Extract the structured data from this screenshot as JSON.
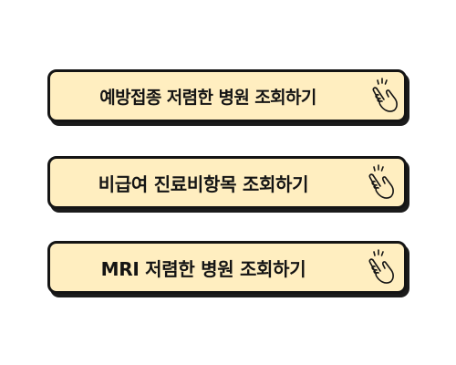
{
  "buttons": [
    {
      "label": "예방접종 저렴한 병원 조회하기",
      "icon": "pointing-hand-icon"
    },
    {
      "label": "비급여 진료비항목 조회하기",
      "icon": "pointing-hand-icon"
    },
    {
      "label": "MRI 저렴한 병원 조회하기",
      "icon": "pointing-hand-icon"
    }
  ],
  "colors": {
    "button_fill": "#ffeec0",
    "border": "#141414",
    "text": "#141414"
  }
}
